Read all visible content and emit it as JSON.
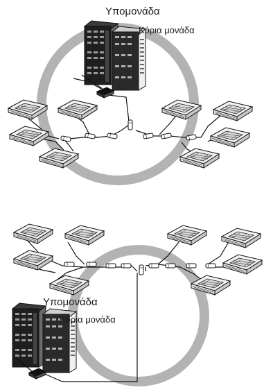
{
  "diagrams": [
    {
      "sub_unit_label": "Υπομονάδα",
      "main_unit_label": "Κύρια μονάδα"
    },
    {
      "sub_unit_label": "Υπομονάδα",
      "main_unit_label": "Κύρια μονάδα"
    }
  ],
  "colors": {
    "ring": "#b3b3b3",
    "line": "#111111",
    "unit_dark": "#2b2b2b",
    "unit_light": "#e9e9e9",
    "cassette_top": "#f2f2f2",
    "cassette_grille": "#555555"
  },
  "icons": [
    "outdoor-unit-icon",
    "cassette-indoor-unit-icon",
    "refnet-joint-icon",
    "controller-box-icon"
  ]
}
